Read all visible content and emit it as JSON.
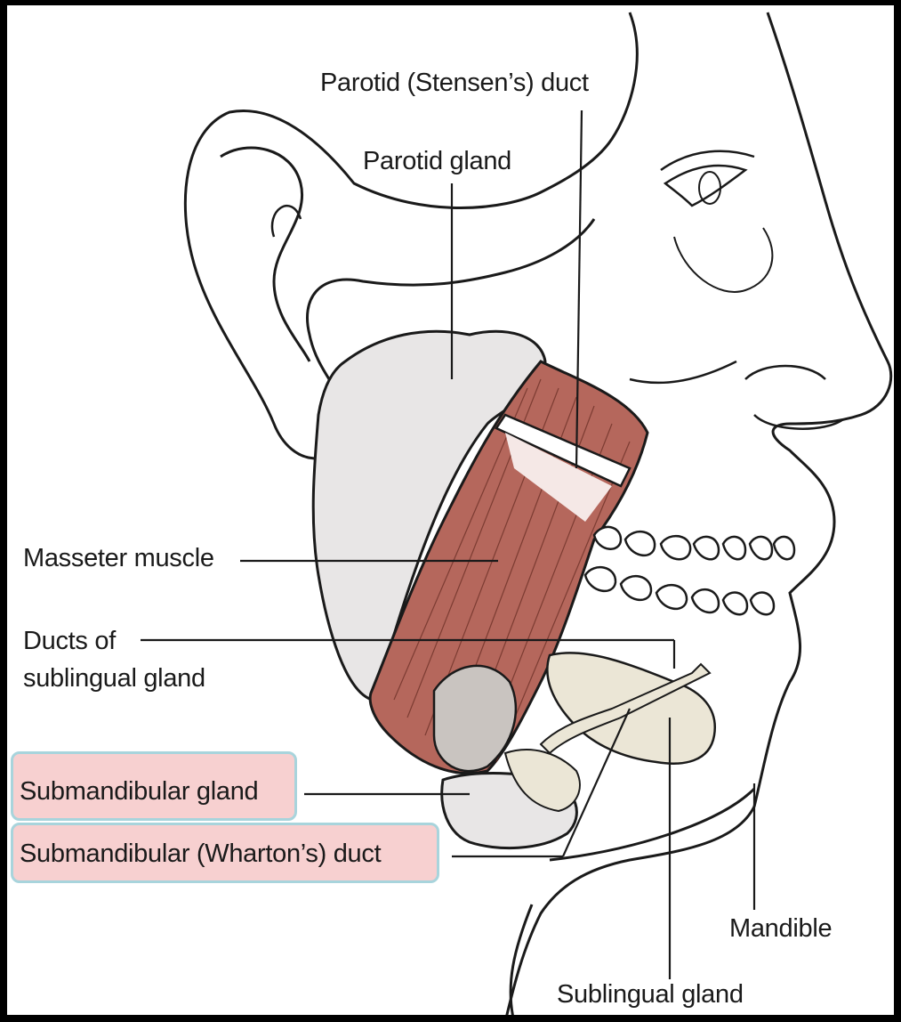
{
  "labels": {
    "parotid_duct": "Parotid (Stensen’s)  duct",
    "parotid_gland": "Parotid gland",
    "masseter": "Masseter muscle",
    "ducts_sublingual": "Ducts of\nsublingual gland",
    "submandibular_gland": "Submandibular gland",
    "submandibular_duct": "Submandibular (Wharton’s) duct",
    "mandible": "Mandible",
    "sublingual_gland": "Sublingual gland"
  },
  "colors": {
    "frame": "#000000",
    "highlight_fill": "#f7d0d0",
    "highlight_border": "#a8d4dc",
    "muscle": "#b5675c",
    "gland": "#e8e6e6",
    "sublingual": "#ebe6d6",
    "line": "#1a1a1a"
  }
}
